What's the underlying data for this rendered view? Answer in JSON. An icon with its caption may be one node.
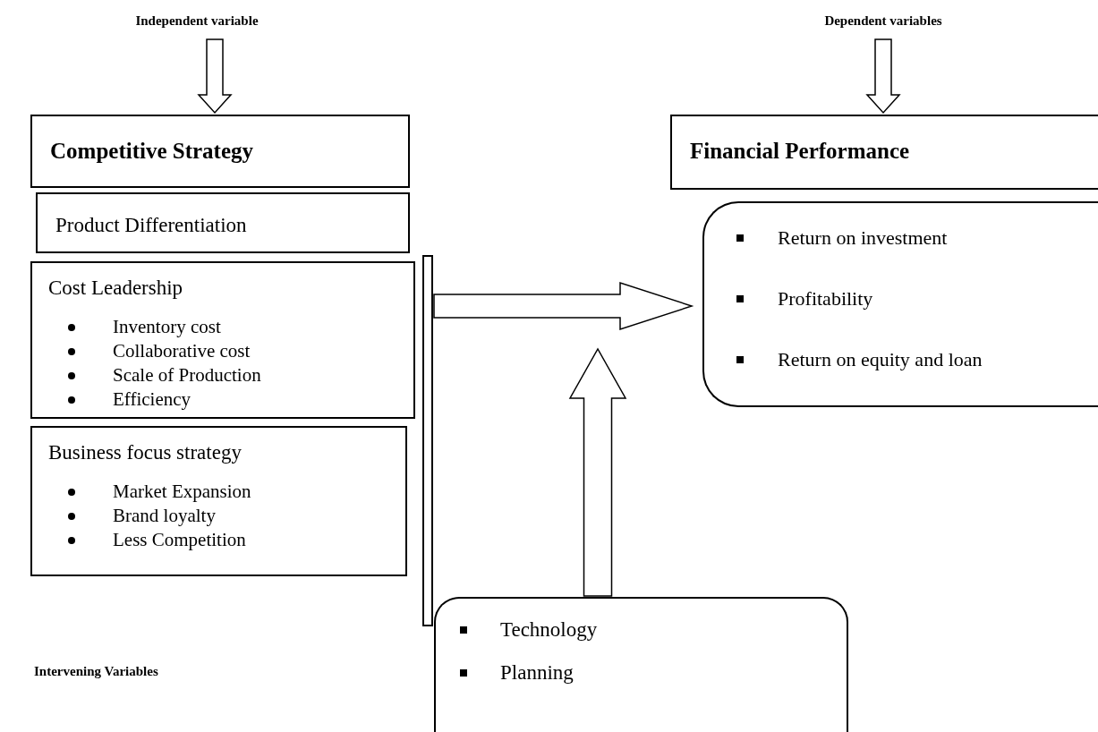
{
  "diagram": {
    "nodes": [
      {
        "text": [
          "Independent variable"
        ]
      },
      {
        "text": [
          "Competitive Strategy"
        ]
      },
      {
        "text": [
          "Product Differentiation"
        ]
      },
      {
        "text": [
          "Cost Leadership",
          "Inventory cost",
          "Collaborative cost",
          "Scale of Production",
          "Efficiency"
        ]
      },
      {
        "text": [
          "Business focus strategy",
          "Market Expansion",
          "Brand loyalty",
          "Less Competition"
        ]
      },
      {
        "text": [],
        "shape": "bar"
      },
      {
        "text": [
          "Dependent variables"
        ]
      },
      {
        "text": [
          "Financial Performance"
        ]
      },
      {
        "text": [
          "Return on investment",
          "Profitability",
          "Return on equity and loan"
        ]
      },
      {
        "text": [
          "Technology",
          "Planning"
        ]
      }
    ],
    "edges": [
      {
        "from": 0,
        "to": 1,
        "arrow": "to"
      },
      {
        "from": 6,
        "to": 7,
        "arrow": "to"
      },
      {
        "from": 5,
        "to": 8,
        "arrow": "to"
      },
      {
        "from": 9,
        "to": null,
        "arrow": "to"
      }
    ],
    "labels": [
      "Intervening Variables"
    ]
  }
}
